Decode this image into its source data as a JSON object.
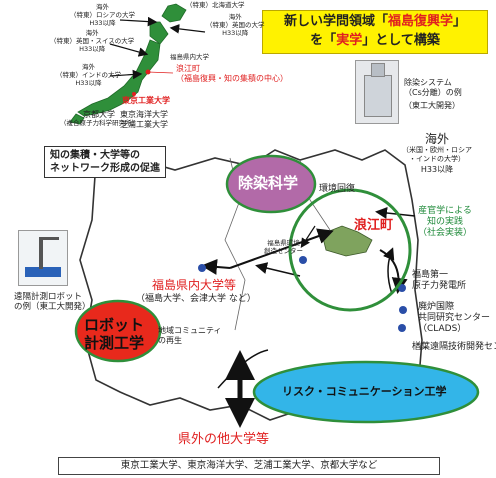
{
  "title": {
    "line1_pre": "新しい学問領域「",
    "line1_red": "福島復興学",
    "line1_post": "」",
    "line2_pre": "を「",
    "line2_red": "実学",
    "line2_post": "」として構築"
  },
  "map_labels": {
    "hokkaido_vertical": "（特東）北海道大学",
    "overseas1_a": "海外",
    "overseas1_b": "（特東）ロシアの大学",
    "overseas1_c": "H33以降",
    "overseas2_a": "海外",
    "overseas2_b": "（特東）英国の大学",
    "overseas2_c": "H33以降",
    "overseas3_a": "海外",
    "overseas3_b": "（特東）英国・スイスの大学",
    "overseas3_c": "H33以降",
    "overseas4_a": "海外",
    "overseas4_b": "（特東）インドの大学",
    "overseas4_c": "H33以降",
    "fukushima_univ": "福島県内大学",
    "namie_a": "浪江町",
    "namie_b": "（福島復興・知の集積の中心）",
    "titech": "東京工業大学",
    "kyoto_a": "京都大学",
    "kyoto_b": "（複合原子力科学研究所）",
    "tokyo_a": "東京海洋大学",
    "tokyo_b": "芝浦工業大学"
  },
  "decon_system": {
    "a": "除染システム",
    "b": "（Cs分離）の例",
    "c": "（東工大開発）"
  },
  "overseas_right": {
    "a": "海外",
    "b": "（米国・欧州・ロシア",
    "c": "・インドの大学）",
    "d": "H33以降"
  },
  "network_box": {
    "a": "知の集積・大学等の",
    "b": "ネットワーク形成の促進"
  },
  "circles": {
    "decon": "除染科学",
    "namie": "浪江町",
    "robot_a": "ロボット",
    "robot_b": "計測工学",
    "risk": "リスク・コミュニケーション工学"
  },
  "labels": {
    "env_recovery": "環境回復",
    "industry_a": "産官学による",
    "industry_b": "知の実践",
    "industry_c": "（社会実装）",
    "pref_univ": "福島県内大学等",
    "pref_univ_sub": "（福島大学、会津大学 など）",
    "env_center_a": "福島県環境",
    "env_center_b": "創造センター",
    "community_a": "地域コミュニティ",
    "community_b": "の再生",
    "remote_a": "遠隔計測ロボット",
    "remote_b": "の例（東工大開発）",
    "npp_a": "福島第一",
    "npp_b": "原子力発電所",
    "clads_a": "廃炉国際",
    "clads_b": "共同研究センター",
    "clads_c": "（CLADS）",
    "naraha": "楢葉遠隔技術開発センター",
    "outside": "県外の他大学等",
    "bottom": "東京工業大学、東京海洋大学、芝浦工業大学、京都大学など"
  },
  "colors": {
    "decon": "#b26aa8",
    "robot": "#e8291c",
    "risk": "#33b5e8",
    "namie_green": "#7fa35e",
    "accent_red": "#e02020",
    "title_bg": "#fff200"
  }
}
